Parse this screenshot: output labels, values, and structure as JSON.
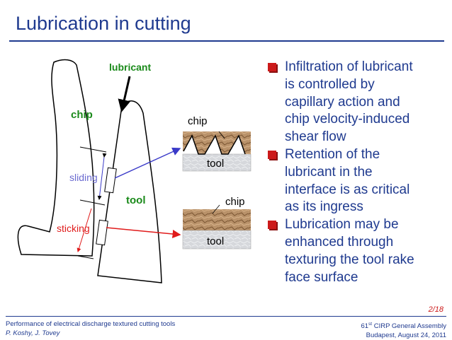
{
  "title": "Lubrication in cutting",
  "diagram": {
    "lubricant_label": "lubricant",
    "chip_label": "chip",
    "tool_label": "tool",
    "sliding_label": "sliding",
    "sticking_label": "sticking",
    "upper_inset": {
      "chip_label": "chip",
      "tool_label": "tool"
    },
    "lower_inset": {
      "chip_label": "chip",
      "tool_label": "tool"
    }
  },
  "bullets": [
    {
      "text": "Infiltration of lubricant is controlled by capillary action and chip velocity-induced shear flow",
      "lines": [
        "Infiltration of lubricant",
        "is controlled by",
        "capillary action and",
        "chip velocity-induced",
        "shear flow"
      ]
    },
    {
      "text": "Retention of the lubricant in the interface is as critical as its ingress",
      "lines": [
        "Retention of the",
        "lubricant in the",
        "interface is as critical",
        "as its ingress"
      ]
    },
    {
      "text": "Lubrication may be enhanced through texturing the tool rake face surface",
      "lines": [
        "Lubrication may be",
        "enhanced through",
        "texturing the tool rake",
        "face surface"
      ]
    }
  ],
  "page_number": "2/18",
  "footer": {
    "left_line1": "Performance of electrical discharge textured cutting tools",
    "left_line2": "P. Koshy, J. Tovey",
    "right_prefix": "61",
    "right_sup": "st",
    "right_line1_rest": " CIRP General Assembly",
    "right_line2": "Budapest, August 24, 2011"
  },
  "colors": {
    "title_blue": "#1f3a8f",
    "label_green": "#1a8a1a",
    "arrow_red": "#e01b1b",
    "arrow_blue": "#3a3ac8",
    "bullet_red": "#cc1a1a"
  }
}
